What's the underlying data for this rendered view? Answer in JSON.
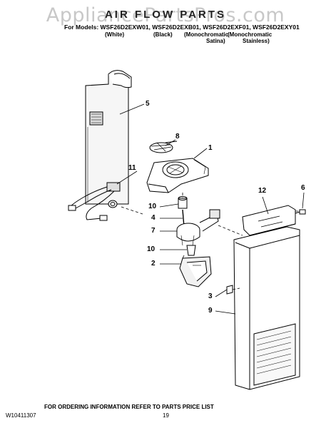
{
  "header": {
    "watermark": "AppliancePartsPros.com",
    "title": "AIR FLOW PARTS",
    "models_line": "For Models: WSF26D2EXW01, WSF26D2EXB01, WSF26D2EXF01, WSF26D2EXY01",
    "variants": [
      "(White)",
      "(Black)",
      "(Monochromatic",
      "(Monochromatic"
    ],
    "variant_lines2": [
      "Satina)",
      "Stainless)"
    ]
  },
  "callouts": [
    "5",
    "8",
    "1",
    "11",
    "10",
    "4",
    "7",
    "10",
    "2",
    "12",
    "6",
    "3",
    "9"
  ],
  "footer": {
    "left": "W10411307",
    "center": "FOR ORDERING INFORMATION REFER TO PARTS PRICE LIST",
    "page": "19"
  }
}
